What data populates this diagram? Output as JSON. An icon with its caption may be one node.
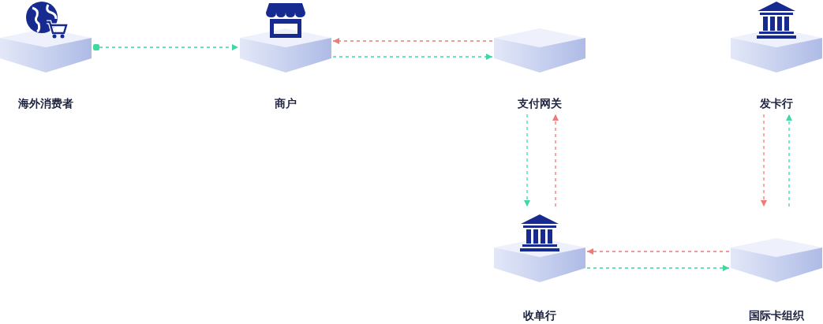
{
  "diagram": {
    "nodes": [
      {
        "text": [
          "海外消费者"
        ]
      },
      {
        "text": [
          "商户"
        ]
      },
      {
        "text": [
          "支付网关"
        ]
      },
      {
        "text": [
          "发卡行"
        ]
      },
      {
        "text": [
          "收单行"
        ]
      },
      {
        "text": [
          "国际卡组织"
        ]
      }
    ],
    "edges": [
      {
        "from": 0,
        "to": 1,
        "arrow": "to"
      },
      {
        "from": 2,
        "to": 1,
        "arrow": "to",
        "color": "#f07a78"
      },
      {
        "from": 1,
        "to": 2,
        "arrow": "to"
      },
      {
        "from": 2,
        "to": 4,
        "arrow": "to"
      },
      {
        "from": 4,
        "to": 2,
        "arrow": "to",
        "color": "#f07a78"
      },
      {
        "from": 3,
        "to": 5,
        "arrow": "to",
        "color": "#f07a78"
      },
      {
        "from": 5,
        "to": 3,
        "arrow": "to"
      },
      {
        "from": 5,
        "to": 4,
        "arrow": "to",
        "color": "#f07a78"
      },
      {
        "from": 4,
        "to": 5,
        "arrow": "to"
      }
    ]
  }
}
